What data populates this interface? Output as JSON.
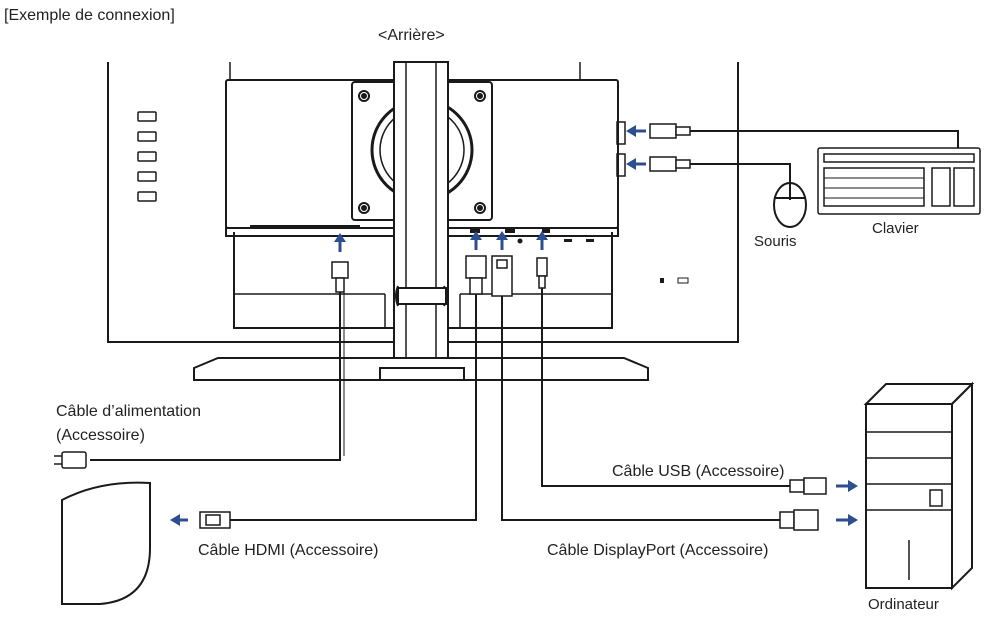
{
  "header": {
    "title": "[Exemple de connexion]",
    "view": "<Arrière>"
  },
  "labels": {
    "power_cable_line1": "Câble d’alimentation",
    "power_cable_line2": "(Accessoire)",
    "usb_cable": "Câble USB (Accessoire)",
    "hdmi_cable": "Câble HDMI (Accessoire)",
    "displayport_cable": "Câble DisplayPort (Accessoire)",
    "mouse": "Souris",
    "keyboard": "Clavier",
    "computer": "Ordinateur"
  },
  "colors": {
    "line": "#1a1a1a",
    "arrow": "#2d4e8f",
    "fill_light": "#ffffff",
    "fill_gray": "#e8e8e8"
  },
  "icons": [
    "power-plug-icon",
    "hdmi-plug-icon",
    "displayport-plug-icon",
    "usb-plug-icon",
    "mouse-icon",
    "keyboard-icon",
    "computer-tower-icon"
  ]
}
